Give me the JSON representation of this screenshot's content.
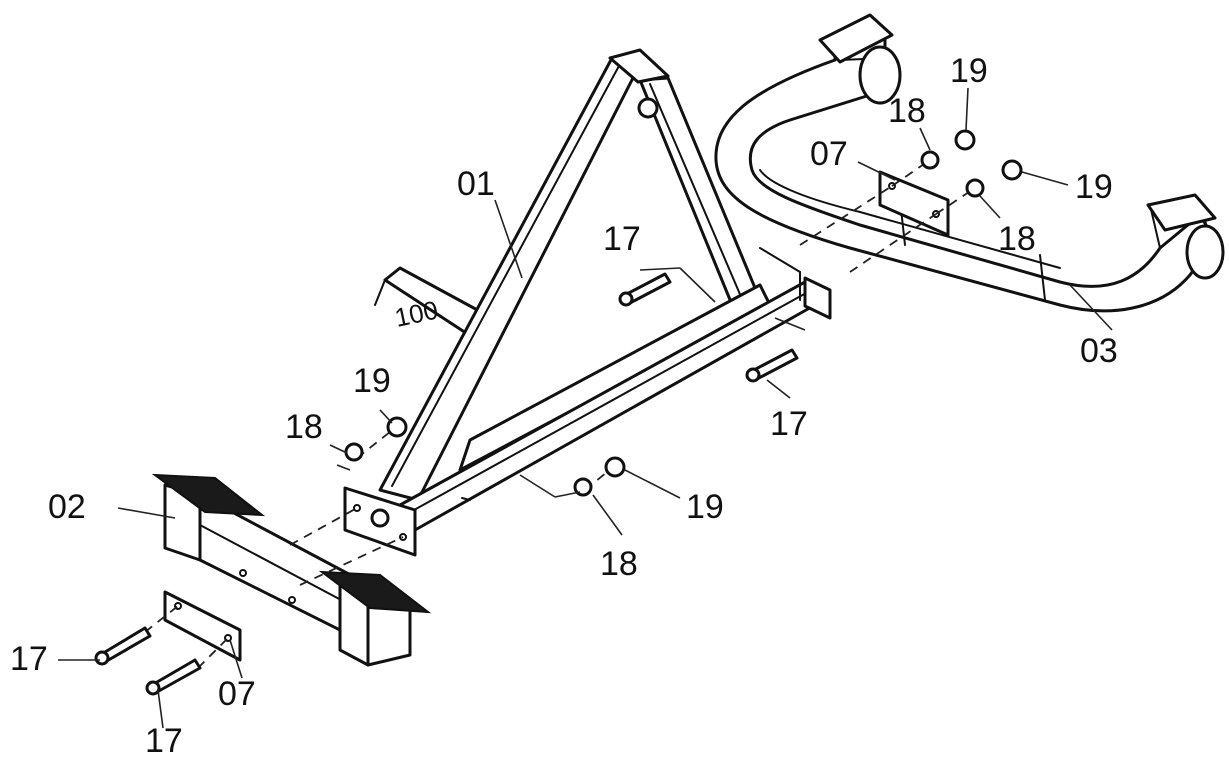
{
  "labels": {
    "frame_main": "01",
    "frame_front": "02",
    "frame_rear": "03",
    "bracket_upper": "07",
    "bracket_lower": "07",
    "bolt_upper_center": "17",
    "bolt_right": "17",
    "bolt_lower_left_a": "17",
    "bolt_lower_left_b": "17",
    "washer_upper_left": "18",
    "washer_lower_center": "18",
    "washer_upper_right_a": "18",
    "washer_upper_right_b": "18",
    "nut_upper_left": "19",
    "nut_lower_center": "19",
    "nut_upper_right_a": "19",
    "nut_upper_right_b": "19"
  },
  "stamp_text": "100"
}
